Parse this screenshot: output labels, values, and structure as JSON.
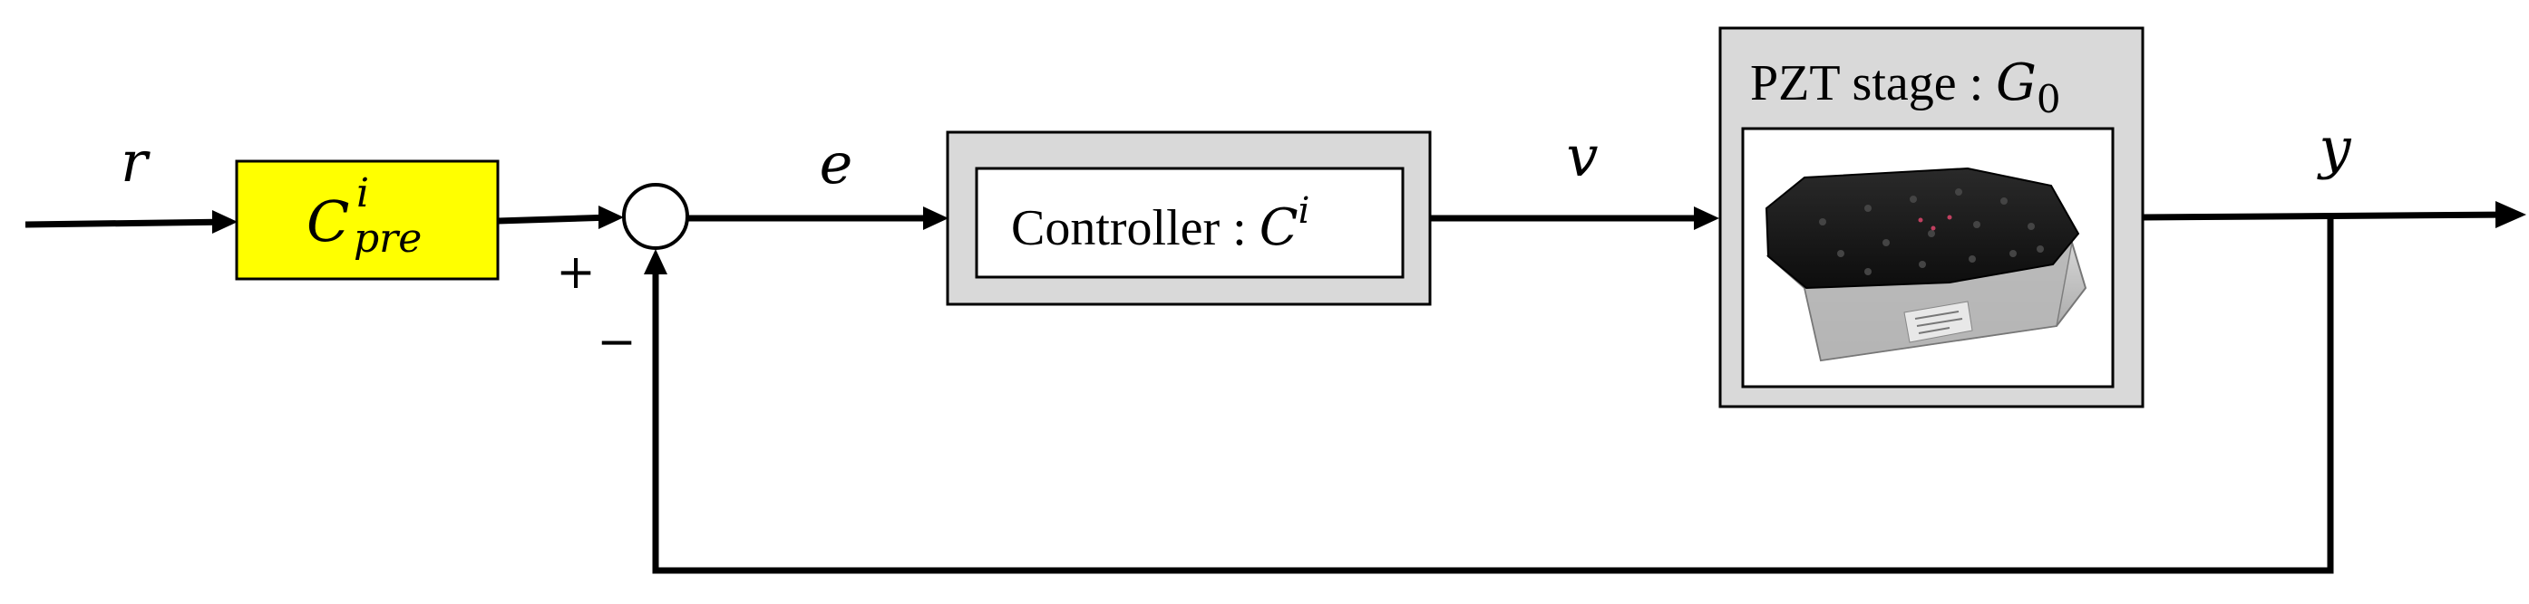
{
  "signals": {
    "r": "r",
    "e": "e",
    "v": "v",
    "y": "y"
  },
  "signs": {
    "plus": "+",
    "minus": "−"
  },
  "prefilter": {
    "symbol": "C",
    "superscript": "i",
    "subscript": "pre",
    "fill_color": "#ffff00"
  },
  "controller": {
    "label": "Controller : ",
    "symbol": "C",
    "superscript": "i"
  },
  "plant": {
    "label": "PZT stage : ",
    "symbol": "G",
    "subscript": "0"
  },
  "colors": {
    "block_outer_fill": "#d9d9d9",
    "line": "#000000"
  }
}
